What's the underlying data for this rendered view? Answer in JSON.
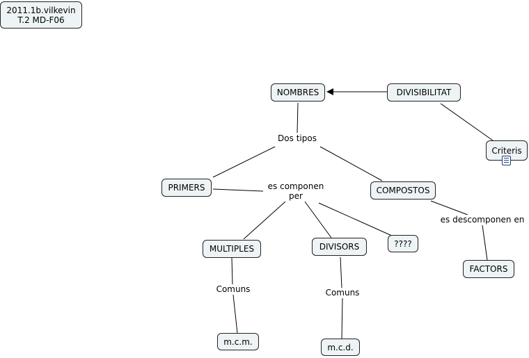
{
  "header": {
    "line1": "2011.1b.vilkevin",
    "line2": "T.2 MD-F06"
  },
  "concepts": {
    "nombres": "NOMBRES",
    "divisibilitat": "DIVISIBILITAT",
    "criteris": "Criteris",
    "primers": "PRIMERS",
    "compostos": "COMPOSTOS",
    "multiples": "MULTIPLES",
    "divisors": "DIVISORS",
    "unknown": "????",
    "factors": "FACTORS",
    "mcm": "m.c.m.",
    "mcd": "m.c.d."
  },
  "linking_phrases": {
    "dos_tipos": "Dos tipos",
    "es_componen_per_1": "es componen",
    "es_componen_per_2": "per",
    "es_descomponen_en": "es descomponen en",
    "comuns_1": "Comuns",
    "comuns_2": "Comuns"
  },
  "icons": {
    "criteris_attachment": "document-icon"
  }
}
